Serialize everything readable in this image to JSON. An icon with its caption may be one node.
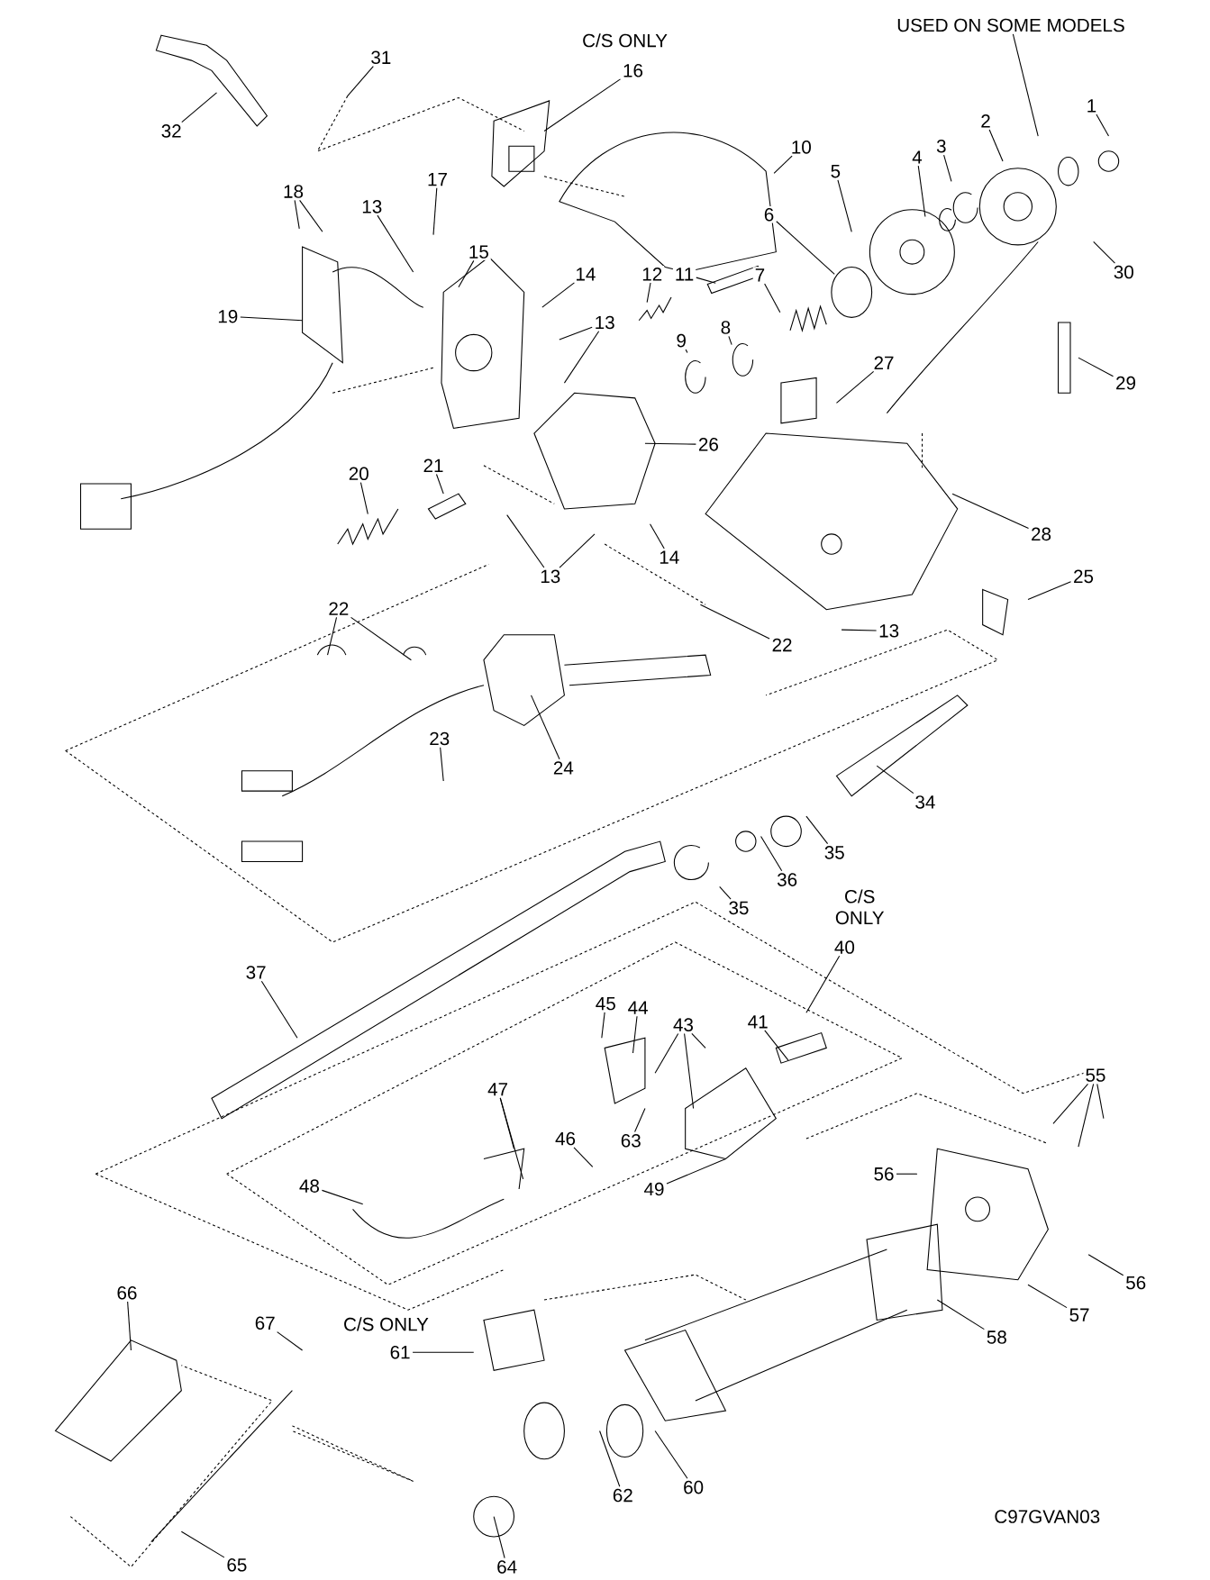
{
  "diagram": {
    "nodes": [
      {
        "text": [
          "31"
        ]
      },
      {
        "text": [
          "32"
        ]
      },
      {
        "text": [
          "16"
        ]
      },
      {
        "text": [
          "USED ON SOME MODELS"
        ]
      },
      {
        "text": [
          "1"
        ]
      },
      {
        "text": [
          "2"
        ]
      },
      {
        "text": [
          "3"
        ]
      },
      {
        "text": [
          "4"
        ]
      },
      {
        "text": [
          "5"
        ]
      },
      {
        "text": [
          "6"
        ]
      },
      {
        "text": [
          "7"
        ]
      },
      {
        "text": [
          "8"
        ]
      },
      {
        "text": [
          "9"
        ]
      },
      {
        "text": [
          "10"
        ]
      },
      {
        "text": [
          "11"
        ]
      },
      {
        "text": [
          "12"
        ]
      },
      {
        "text": [
          "13"
        ]
      },
      {
        "text": [
          "14"
        ]
      },
      {
        "text": [
          "13"
        ]
      },
      {
        "text": [
          "15"
        ]
      },
      {
        "text": [
          "17"
        ]
      },
      {
        "text": [
          "18"
        ]
      },
      {
        "text": [
          "19"
        ]
      },
      {
        "text": [
          "20"
        ]
      },
      {
        "text": [
          "21"
        ]
      },
      {
        "text": [
          "26"
        ]
      },
      {
        "text": [
          "27"
        ]
      },
      {
        "text": [
          "28"
        ]
      },
      {
        "text": [
          "29"
        ]
      },
      {
        "text": [
          "30"
        ]
      },
      {
        "text": [
          "14"
        ]
      },
      {
        "text": [
          "22"
        ]
      },
      {
        "text": [
          "25"
        ]
      },
      {
        "text": [
          "13"
        ]
      },
      {
        "text": [
          "13"
        ]
      },
      {
        "text": [
          "22"
        ]
      },
      {
        "text": [
          "24"
        ]
      },
      {
        "text": [
          "23"
        ]
      },
      {
        "text": [
          "34"
        ]
      },
      {
        "text": [
          "35"
        ]
      },
      {
        "text": [
          "36"
        ]
      },
      {
        "text": [
          "35"
        ]
      },
      {
        "text": [
          "40"
        ]
      },
      {
        "text": [
          "37"
        ]
      },
      {
        "text": [
          "45"
        ]
      },
      {
        "text": [
          "44"
        ]
      },
      {
        "text": [
          "43"
        ]
      },
      {
        "text": [
          "41"
        ]
      },
      {
        "text": [
          "47"
        ]
      },
      {
        "text": [
          "46"
        ]
      },
      {
        "text": [
          "63"
        ]
      },
      {
        "text": [
          "49"
        ]
      },
      {
        "text": [
          "48"
        ]
      },
      {
        "text": [
          "55"
        ]
      },
      {
        "text": [
          "56"
        ]
      },
      {
        "text": [
          "56"
        ]
      },
      {
        "text": [
          "57"
        ]
      },
      {
        "text": [
          "58"
        ]
      },
      {
        "text": [
          "61"
        ]
      },
      {
        "text": [
          "66"
        ]
      },
      {
        "text": [
          "67"
        ]
      },
      {
        "text": [
          "65"
        ]
      },
      {
        "text": [
          "64"
        ]
      },
      {
        "text": [
          "62"
        ]
      },
      {
        "text": [
          "60"
        ]
      }
    ],
    "edges": [
      {
        "from": 0,
        "to": null,
        "arrow": "none"
      },
      {
        "from": 1,
        "to": null,
        "arrow": "none"
      },
      {
        "from": 2,
        "to": null,
        "arrow": "none"
      },
      {
        "from": 3,
        "to": null,
        "arrow": "none"
      },
      {
        "from": 4,
        "to": null,
        "arrow": "none"
      },
      {
        "from": 5,
        "to": null,
        "arrow": "none"
      },
      {
        "from": 6,
        "to": null,
        "arrow": "none"
      },
      {
        "from": 7,
        "to": null,
        "arrow": "none"
      },
      {
        "from": 8,
        "to": null,
        "arrow": "none"
      },
      {
        "from": 9,
        "to": null,
        "arrow": "none"
      },
      {
        "from": 10,
        "to": null,
        "arrow": "none"
      },
      {
        "from": 11,
        "to": null,
        "arrow": "none"
      },
      {
        "from": 12,
        "to": null,
        "arrow": "none"
      },
      {
        "from": 13,
        "to": null,
        "arrow": "none"
      },
      {
        "from": 14,
        "to": null,
        "arrow": "none"
      },
      {
        "from": 15,
        "to": null,
        "arrow": "none"
      },
      {
        "from": 16,
        "to": null,
        "arrow": "none"
      },
      {
        "from": 17,
        "to": null,
        "arrow": "none"
      },
      {
        "from": 18,
        "to": null,
        "arrow": "none"
      },
      {
        "from": 18,
        "to": null,
        "arrow": "none"
      },
      {
        "from": 19,
        "to": null,
        "arrow": "none"
      },
      {
        "from": 20,
        "to": null,
        "arrow": "none"
      },
      {
        "from": 21,
        "to": null,
        "arrow": "none"
      },
      {
        "from": 21,
        "to": null,
        "arrow": "none"
      },
      {
        "from": 22,
        "to": null,
        "arrow": "none"
      },
      {
        "from": 23,
        "to": null,
        "arrow": "none"
      },
      {
        "from": 24,
        "to": null,
        "arrow": "none"
      },
      {
        "from": 25,
        "to": null,
        "arrow": "none"
      },
      {
        "from": 26,
        "to": null,
        "arrow": "none"
      },
      {
        "from": 27,
        "to": null,
        "arrow": "none"
      },
      {
        "from": 28,
        "to": null,
        "arrow": "none"
      },
      {
        "from": 29,
        "to": null,
        "arrow": "none"
      },
      {
        "from": 30,
        "to": null,
        "arrow": "none"
      },
      {
        "from": 31,
        "to": null,
        "arrow": "none"
      },
      {
        "from": 32,
        "to": null,
        "arrow": "none"
      },
      {
        "from": 33,
        "to": null,
        "arrow": "none"
      },
      {
        "from": 34,
        "to": null,
        "arrow": "none"
      },
      {
        "from": 34,
        "to": null,
        "arrow": "none"
      },
      {
        "from": 35,
        "to": null,
        "arrow": "none"
      },
      {
        "from": 35,
        "to": null,
        "arrow": "none"
      },
      {
        "from": 36,
        "to": null,
        "arrow": "none"
      },
      {
        "from": 37,
        "to": null,
        "arrow": "none"
      },
      {
        "from": 38,
        "to": null,
        "arrow": "none"
      },
      {
        "from": 39,
        "to": null,
        "arrow": "none"
      },
      {
        "from": 40,
        "to": null,
        "arrow": "none"
      },
      {
        "from": 41,
        "to": null,
        "arrow": "none"
      },
      {
        "from": 42,
        "to": null,
        "arrow": "none"
      },
      {
        "from": 43,
        "to": null,
        "arrow": "none"
      },
      {
        "from": 44,
        "to": null,
        "arrow": "none"
      },
      {
        "from": 45,
        "to": null,
        "arrow": "none"
      },
      {
        "from": 46,
        "to": null,
        "arrow": "none"
      },
      {
        "from": 46,
        "to": null,
        "arrow": "none"
      },
      {
        "from": 46,
        "to": null,
        "arrow": "none"
      },
      {
        "from": 47,
        "to": null,
        "arrow": "none"
      },
      {
        "from": 48,
        "to": null,
        "arrow": "none"
      },
      {
        "from": 48,
        "to": null,
        "arrow": "none"
      },
      {
        "from": 49,
        "to": null,
        "arrow": "none"
      },
      {
        "from": 50,
        "to": null,
        "arrow": "none"
      },
      {
        "from": 51,
        "to": null,
        "arrow": "none"
      },
      {
        "from": 52,
        "to": null,
        "arrow": "none"
      },
      {
        "from": 53,
        "to": null,
        "arrow": "none"
      },
      {
        "from": 53,
        "to": null,
        "arrow": "none"
      },
      {
        "from": 53,
        "to": null,
        "arrow": "none"
      },
      {
        "from": 54,
        "to": null,
        "arrow": "none"
      },
      {
        "from": 55,
        "to": null,
        "arrow": "none"
      },
      {
        "from": 56,
        "to": null,
        "arrow": "none"
      },
      {
        "from": 57,
        "to": null,
        "arrow": "none"
      },
      {
        "from": 58,
        "to": null,
        "arrow": "none"
      },
      {
        "from": 59,
        "to": null,
        "arrow": "none"
      },
      {
        "from": 60,
        "to": null,
        "arrow": "none"
      },
      {
        "from": 61,
        "to": null,
        "arrow": "none"
      },
      {
        "from": 62,
        "to": null,
        "arrow": "none"
      },
      {
        "from": 63,
        "to": null,
        "arrow": "none"
      },
      {
        "from": 64,
        "to": null,
        "arrow": "none"
      }
    ],
    "labels": [
      "C/S ONLY",
      "C/S ONLY",
      "C/S ONLY",
      "C97GVAN03"
    ]
  }
}
